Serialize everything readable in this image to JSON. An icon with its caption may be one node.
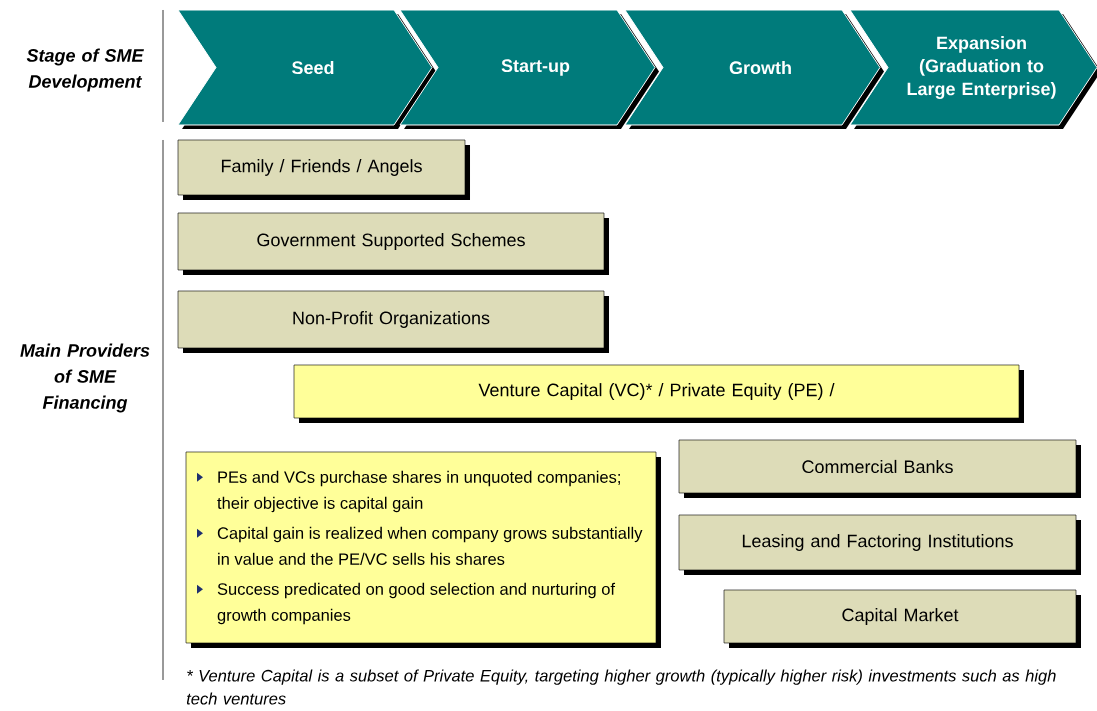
{
  "diagram": {
    "nodes": [
      {
        "text": [
          "Seed"
        ]
      },
      {
        "text": [
          "Start-up"
        ]
      },
      {
        "text": [
          "Growth"
        ]
      },
      {
        "text": [
          "Expansion (Graduation to Large Enterprise)"
        ]
      },
      {
        "text": [
          "Family / Friends / Angels"
        ]
      },
      {
        "text": [
          "Government Supported Schemes"
        ]
      },
      {
        "text": [
          "Non-Profit Organizations"
        ]
      },
      {
        "text": [
          "Venture Capital (VC)* / Private Equity (PE) /"
        ]
      },
      {
        "text": [
          "PEs and VCs purchase shares in unquoted companies; their objective is capital gain",
          "Capital gain is realized when company grows substantially in value and the PE/VC sells his shares",
          "Success predicated on good selection and nurturing of growth companies"
        ]
      },
      {
        "text": [
          "Commercial Banks"
        ]
      },
      {
        "text": [
          "Leasing and Factoring Institutions"
        ]
      },
      {
        "text": [
          "Capital Market"
        ]
      }
    ],
    "labels": [
      "Stage of SME Development",
      "Main Providers of SME Financing",
      "* Venture Capital is a subset  of Private Equity, targeting higher growth (typically higher risk)  investments such as high tech ventures"
    ]
  }
}
